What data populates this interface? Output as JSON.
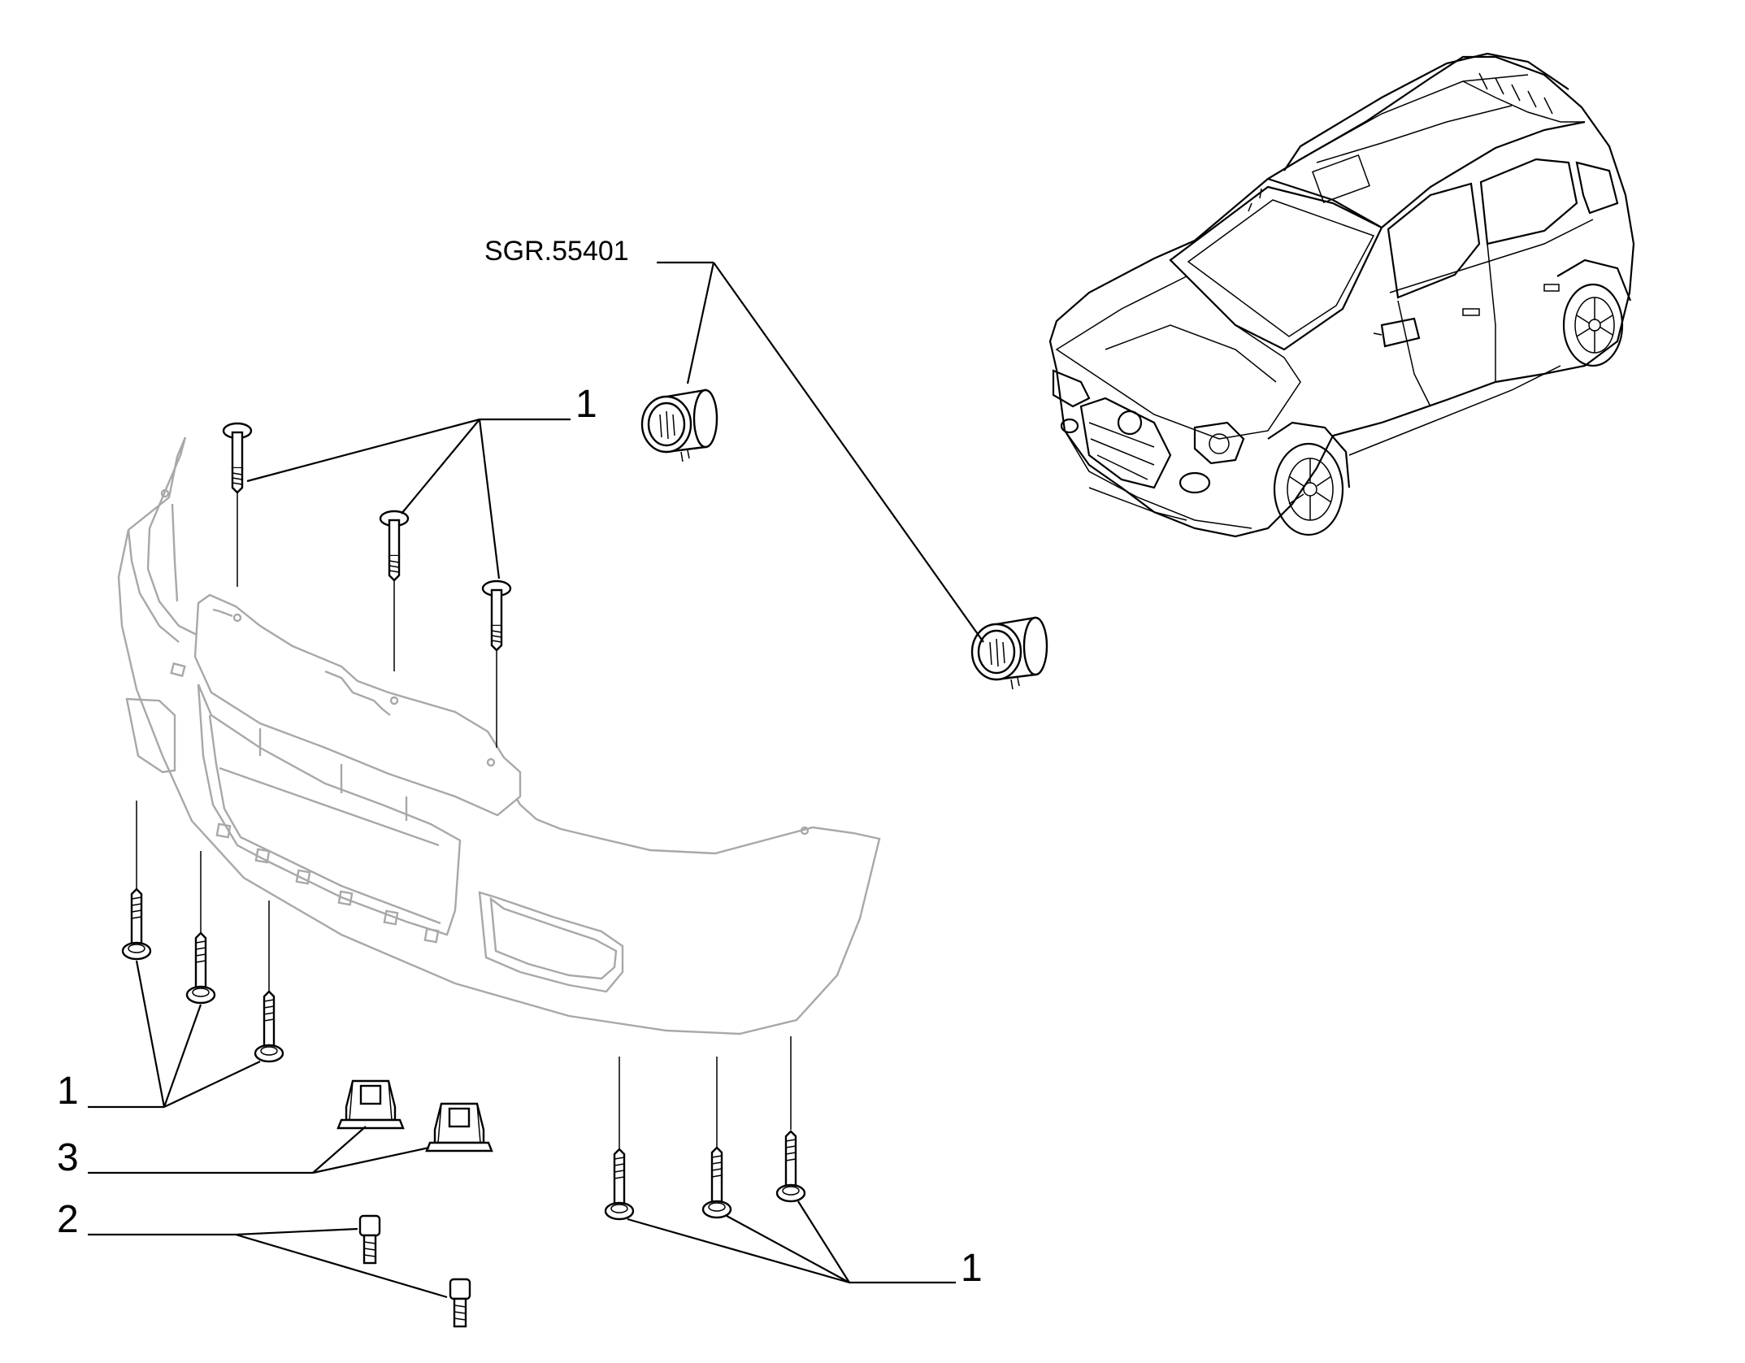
{
  "diagram": {
    "reference_code": "SGR.55401",
    "callouts": {
      "screws_top": "1",
      "screws_bottom_left": "1",
      "clips": "3",
      "bolts": "2",
      "screws_bottom_right": "1"
    },
    "colors": {
      "line": "#000000",
      "ghost_outline": "#a8a8a8",
      "background": "#ffffff"
    }
  }
}
